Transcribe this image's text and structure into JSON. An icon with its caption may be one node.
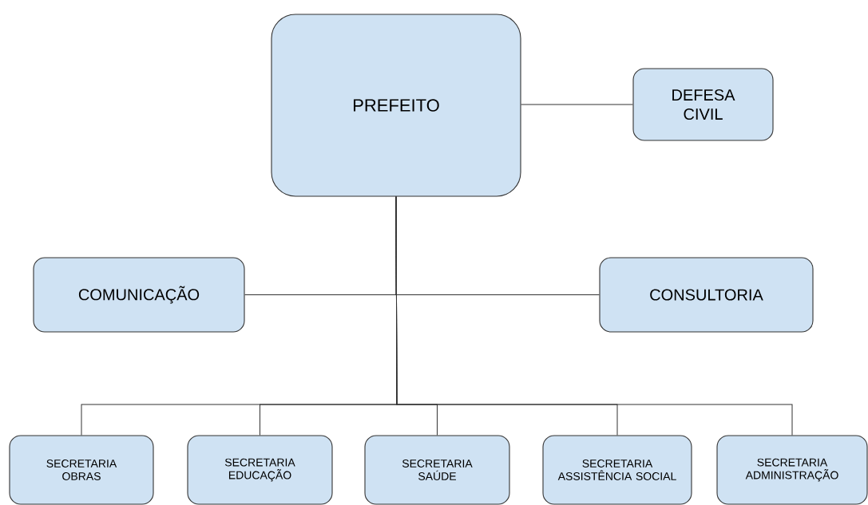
{
  "diagram": {
    "nodes": [
      {
        "text": [
          "PREFEITO"
        ]
      },
      {
        "text": [
          "DEFESA CIVIL"
        ]
      },
      {
        "text": [
          "COMUNICAÇÃO"
        ]
      },
      {
        "text": [
          "CONSULTORIA"
        ]
      },
      {
        "text": [
          "SECRETARIA OBRAS"
        ]
      },
      {
        "text": [
          "SECRETARIA EDUCAÇÃO"
        ]
      },
      {
        "text": [
          "SECRETARIA SAÚDE"
        ]
      },
      {
        "text": [
          "SECRETARIA ASSISTÊNCIA SOCIAL"
        ]
      },
      {
        "text": [
          "SECRETARIA ADMINISTRAÇÃO"
        ]
      }
    ],
    "edges": [
      {
        "from": 0,
        "to": 1,
        "arrow": "none"
      },
      {
        "from": 0,
        "to": 2,
        "arrow": "none"
      },
      {
        "from": 0,
        "to": 3,
        "arrow": "none"
      },
      {
        "from": 0,
        "to": 4,
        "arrow": "none"
      },
      {
        "from": 0,
        "to": 5,
        "arrow": "none"
      },
      {
        "from": 0,
        "to": 6,
        "arrow": "none"
      },
      {
        "from": 0,
        "to": 7,
        "arrow": "none"
      },
      {
        "from": 0,
        "to": 8,
        "arrow": "none"
      }
    ]
  }
}
